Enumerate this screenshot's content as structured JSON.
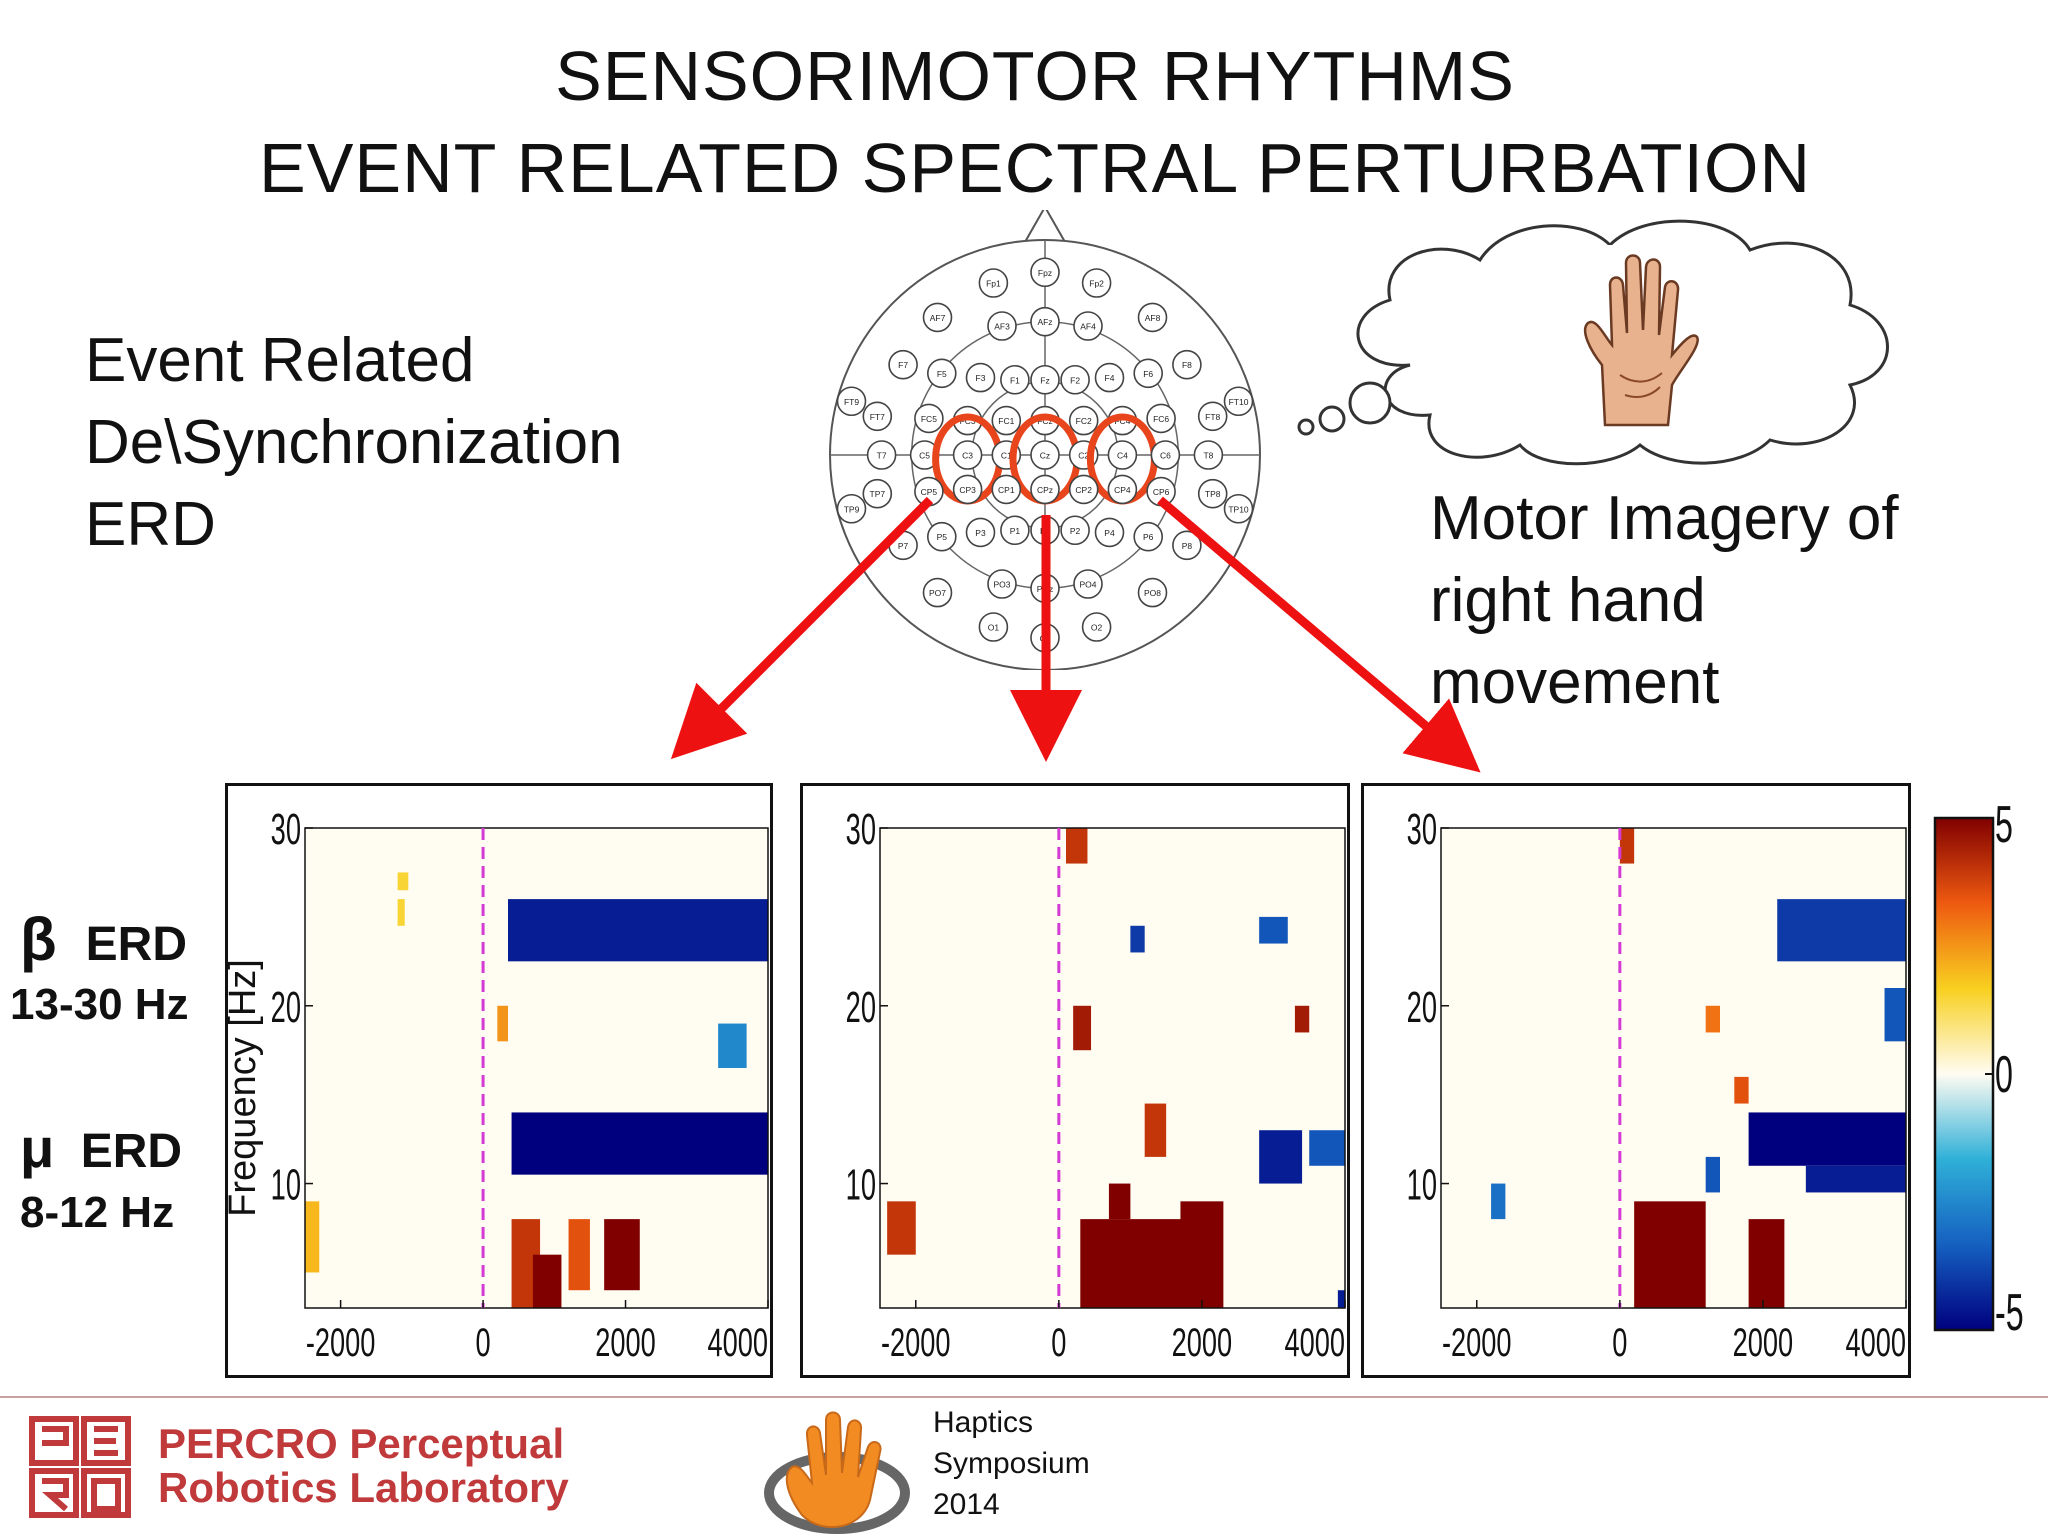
{
  "title": {
    "line1": "SENSORIMOTOR  RHYTHMS",
    "line2": "EVENT RELATED SPECTRAL PERTURBATION"
  },
  "left_text": [
    "Event Related",
    "De\\Synchronization",
    "ERD"
  ],
  "motor_imagery": [
    "Motor Imagery of",
    "right hand",
    "movement"
  ],
  "electrodes": {
    "labels": [
      "Fpz",
      "Fp1",
      "Fp2",
      "AF7",
      "AF3",
      "AFz",
      "AF4",
      "AF8",
      "F7",
      "F5",
      "F3",
      "F1",
      "Fz",
      "F2",
      "F4",
      "F6",
      "F8",
      "FT7",
      "FC5",
      "FC3",
      "FC1",
      "FCz",
      "FC2",
      "FC4",
      "FC6",
      "FT8",
      "FT9",
      "FT10",
      "T7",
      "C5",
      "C3",
      "C1",
      "Cz",
      "C2",
      "C4",
      "C6",
      "T8",
      "TP7",
      "CP5",
      "CP3",
      "CP1",
      "CPz",
      "CP2",
      "CP4",
      "CP6",
      "TP8",
      "TP9",
      "TP10",
      "P7",
      "P5",
      "P3",
      "P1",
      "Pz",
      "P2",
      "P4",
      "P6",
      "P8",
      "PO7",
      "PO3",
      "POz",
      "PO4",
      "PO8",
      "O1",
      "Oz",
      "O2"
    ],
    "highlighted": [
      "C3",
      "Cz",
      "C4"
    ],
    "highlight_color": "#e8451c"
  },
  "bands": {
    "beta_symbol": "β",
    "beta_label": "ERD",
    "beta_range": "13-30 Hz",
    "mu_symbol": "μ",
    "mu_label": "ERD",
    "mu_range": "8-12 Hz"
  },
  "chart_data": {
    "type": "heatmap",
    "ylabel": "Frequency [Hz]",
    "xlim": [
      -2500,
      4000
    ],
    "ylim": [
      3,
      30
    ],
    "x_ticks": [
      "-2000",
      "0",
      "2000",
      "4000"
    ],
    "y_ticks": [
      "10",
      "20",
      "30"
    ],
    "event_marker_x": 0,
    "colorbar": {
      "min": -5,
      "max": 5,
      "ticks": [
        "5",
        "0",
        "-5"
      ],
      "colors": [
        "#00007f",
        "#1560c0",
        "#2fb0d8",
        "#fffcf2",
        "#f8d020",
        "#ee5a10",
        "#800000"
      ]
    },
    "panels": [
      {
        "id": "C3",
        "blobs": [
          {
            "x0": 350,
            "x1": 4000,
            "f0": 22.5,
            "f1": 26,
            "v": -4.5
          },
          {
            "x0": 400,
            "x1": 4000,
            "f0": 10.5,
            "f1": 14,
            "v": -5
          },
          {
            "x0": 400,
            "x1": 800,
            "f0": 3,
            "f1": 8,
            "v": 4
          },
          {
            "x0": 700,
            "x1": 1100,
            "f0": 3,
            "f1": 6,
            "v": 5
          },
          {
            "x0": 1200,
            "x1": 1500,
            "f0": 4,
            "f1": 8,
            "v": 3.5
          },
          {
            "x0": 1700,
            "x1": 2200,
            "f0": 4,
            "f1": 8,
            "v": 5
          },
          {
            "x0": -2500,
            "x1": -2300,
            "f0": 5,
            "f1": 9,
            "v": 2
          },
          {
            "x0": 3300,
            "x1": 3700,
            "f0": 16.5,
            "f1": 19,
            "v": -2.5
          },
          {
            "x0": -1200,
            "x1": -1100,
            "f0": 24.5,
            "f1": 26,
            "v": 1.5
          },
          {
            "x0": 200,
            "x1": 350,
            "f0": 18,
            "f1": 20,
            "v": 2.5
          },
          {
            "x0": -1200,
            "x1": -1050,
            "f0": 26.5,
            "f1": 27.5,
            "v": 1.5
          }
        ]
      },
      {
        "id": "Cz",
        "blobs": [
          {
            "x0": 300,
            "x1": 2000,
            "f0": 3,
            "f1": 8,
            "v": 5
          },
          {
            "x0": 1700,
            "x1": 2300,
            "f0": 3,
            "f1": 9,
            "v": 5
          },
          {
            "x0": 700,
            "x1": 1000,
            "f0": 8,
            "f1": 10,
            "v": 5
          },
          {
            "x0": -2400,
            "x1": -2000,
            "f0": 6,
            "f1": 9,
            "v": 4
          },
          {
            "x0": 100,
            "x1": 400,
            "f0": 28,
            "f1": 30,
            "v": 4
          },
          {
            "x0": 200,
            "x1": 450,
            "f0": 17.5,
            "f1": 20,
            "v": 4.5
          },
          {
            "x0": 1200,
            "x1": 1500,
            "f0": 11.5,
            "f1": 14.5,
            "v": 4
          },
          {
            "x0": 2800,
            "x1": 3400,
            "f0": 10,
            "f1": 13,
            "v": -4.5
          },
          {
            "x0": 3500,
            "x1": 4000,
            "f0": 11,
            "f1": 13,
            "v": -3.5
          },
          {
            "x0": 3900,
            "x1": 4000,
            "f0": 3,
            "f1": 4,
            "v": -4.5
          },
          {
            "x0": 1000,
            "x1": 1200,
            "f0": 23,
            "f1": 24.5,
            "v": -4
          },
          {
            "x0": 2800,
            "x1": 3200,
            "f0": 23.5,
            "f1": 25,
            "v": -3.5
          },
          {
            "x0": 3300,
            "x1": 3500,
            "f0": 18.5,
            "f1": 20,
            "v": 4.5
          }
        ]
      },
      {
        "id": "C4",
        "blobs": [
          {
            "x0": 1800,
            "x1": 4000,
            "f0": 11,
            "f1": 14,
            "v": -5
          },
          {
            "x0": 2600,
            "x1": 4000,
            "f0": 9.5,
            "f1": 11,
            "v": -4.5
          },
          {
            "x0": 2200,
            "x1": 4000,
            "f0": 22.5,
            "f1": 26,
            "v": -4
          },
          {
            "x0": 200,
            "x1": 1200,
            "f0": 3,
            "f1": 9,
            "v": 5
          },
          {
            "x0": 1800,
            "x1": 2300,
            "f0": 3,
            "f1": 8,
            "v": 5
          },
          {
            "x0": 0,
            "x1": 200,
            "f0": 28,
            "f1": 30,
            "v": 4
          },
          {
            "x0": 1600,
            "x1": 1800,
            "f0": 14.5,
            "f1": 16,
            "v": 3.5
          },
          {
            "x0": -1800,
            "x1": -1600,
            "f0": 8,
            "f1": 10,
            "v": -3
          },
          {
            "x0": 3700,
            "x1": 4000,
            "f0": 18,
            "f1": 21,
            "v": -3.5
          },
          {
            "x0": 1200,
            "x1": 1400,
            "f0": 18.5,
            "f1": 20,
            "v": 3
          },
          {
            "x0": 1200,
            "x1": 1400,
            "f0": 9.5,
            "f1": 11.5,
            "v": -3.5
          }
        ]
      }
    ]
  },
  "footer": {
    "lab_line1": "PERCRO Perceptual",
    "lab_line2": "Robotics Laboratory",
    "event_line1": "Haptics",
    "event_line2": "Symposium",
    "event_line3": "2014"
  }
}
